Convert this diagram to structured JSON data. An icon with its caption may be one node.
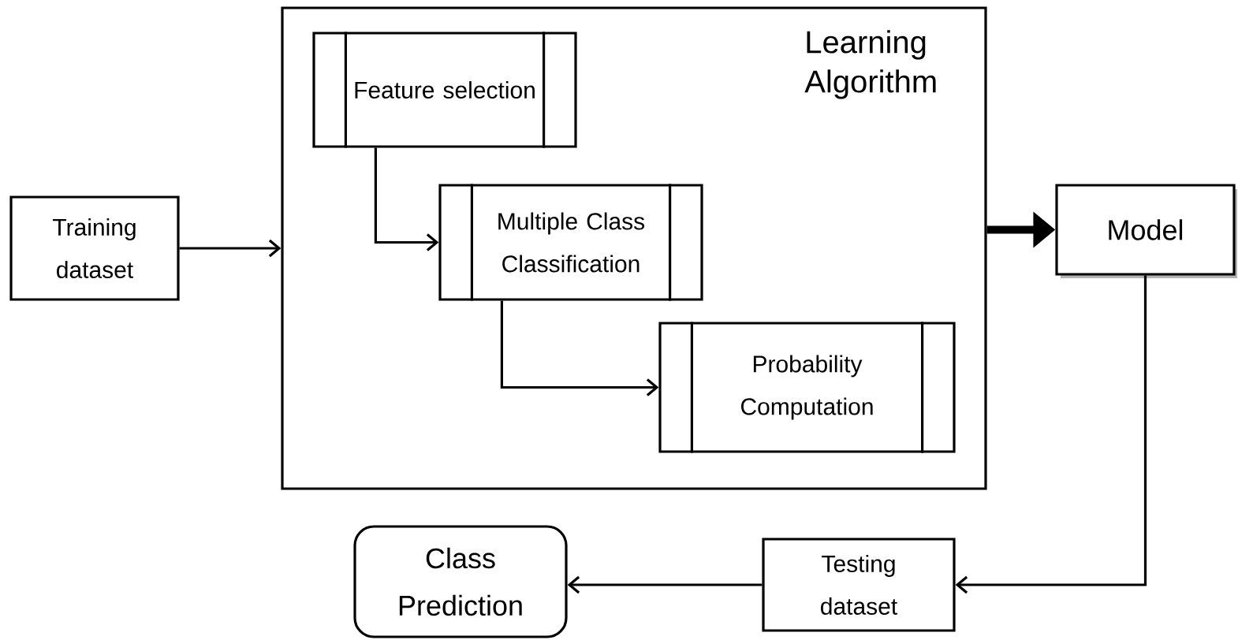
{
  "diagram": {
    "nodes": [
      {
        "text": [
          "Training dataset"
        ]
      },
      {
        "text": [
          "Learning Algorithm"
        ]
      },
      {
        "text": [
          "Feature selection"
        ],
        "in": 1
      },
      {
        "text": [
          "Multiple Class Classification"
        ],
        "in": 1
      },
      {
        "text": [
          "Probability Computation"
        ],
        "in": 1
      },
      {
        "text": [
          "Model"
        ]
      },
      {
        "text": [
          "Testing dataset"
        ]
      },
      {
        "text": [
          "Class Prediction"
        ]
      }
    ],
    "edges": [
      {
        "from": 0,
        "to": 1,
        "arrow": "to"
      },
      {
        "from": 2,
        "to": 3,
        "arrow": "to"
      },
      {
        "from": 3,
        "to": 4,
        "arrow": "to"
      },
      {
        "from": 1,
        "to": 5,
        "arrow": "to",
        "style": "thick"
      },
      {
        "from": 5,
        "to": 6,
        "arrow": "to"
      },
      {
        "from": 6,
        "to": 7,
        "arrow": "to"
      }
    ]
  }
}
